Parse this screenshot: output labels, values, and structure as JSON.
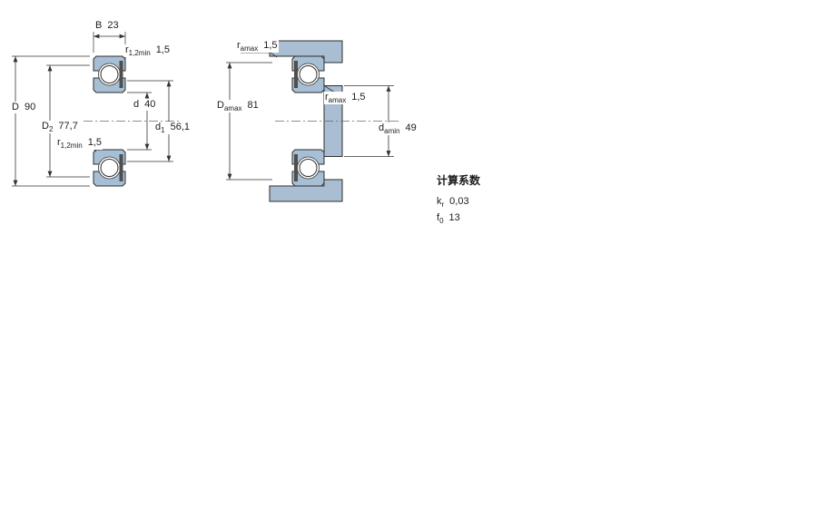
{
  "left_view": {
    "B": {
      "base": "B",
      "value": "23"
    },
    "r_top": {
      "base": "r",
      "sub": "1,2min",
      "value": "1,5"
    },
    "D": {
      "base": "D",
      "value": "90"
    },
    "D2": {
      "base": "D",
      "sub": "2",
      "value": "77,7"
    },
    "d": {
      "base": "d",
      "value": "40"
    },
    "d1": {
      "base": "d",
      "sub": "1",
      "value": "56,1"
    },
    "r_bottom": {
      "base": "r",
      "sub": "1,2min",
      "value": "1,5"
    }
  },
  "right_view": {
    "ra_top": {
      "base": "r",
      "sub": "amax",
      "value": "1,5"
    },
    "Da_max": {
      "base": "D",
      "sub": "amax",
      "value": "81"
    },
    "ra_mid": {
      "base": "r",
      "sub": "amax",
      "value": "1,5"
    },
    "da_min": {
      "base": "d",
      "sub": "amin",
      "value": "49"
    }
  },
  "calc_factors": {
    "title": "计算系数",
    "rows": [
      {
        "base": "k",
        "sub": "r",
        "value": "0,03"
      },
      {
        "base": "f",
        "sub": "0",
        "value": "13"
      }
    ]
  },
  "colors": {
    "ring": "#a6bfd4",
    "abutment": "#a9bed2",
    "seal": "#4f4f4f",
    "line": "#333333"
  }
}
